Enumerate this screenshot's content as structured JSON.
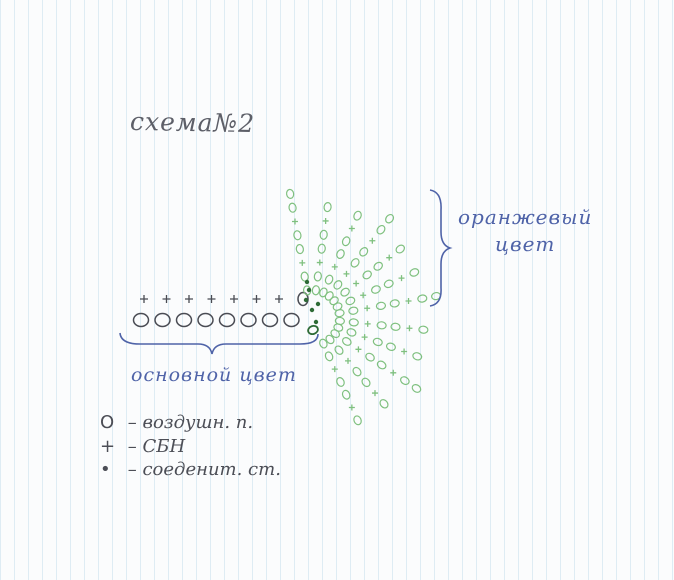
{
  "title": "схема№2",
  "bracket_right_label_line1": "оранжевый",
  "bracket_right_label_line2": "цвет",
  "bracket_bottom_label": "основной цвет",
  "legend": [
    {
      "symbol": "O",
      "dash": "–",
      "text": "воздушн. п."
    },
    {
      "symbol": "+",
      "dash": "–",
      "text": "СБН"
    },
    {
      "symbol": "•",
      "dash": "–",
      "text": "соеденит. ст."
    }
  ],
  "colors": {
    "paper": "#fbfcfd",
    "ruling": "#cfe2ee",
    "pencil": "#5d5f68",
    "blue_pen": "#4f63a8",
    "green_chain": "#7fc07f",
    "dark_green": "#2e6b36"
  },
  "symbols": {
    "chain": "O",
    "single_crochet": "+",
    "slip_stitch": "•"
  }
}
